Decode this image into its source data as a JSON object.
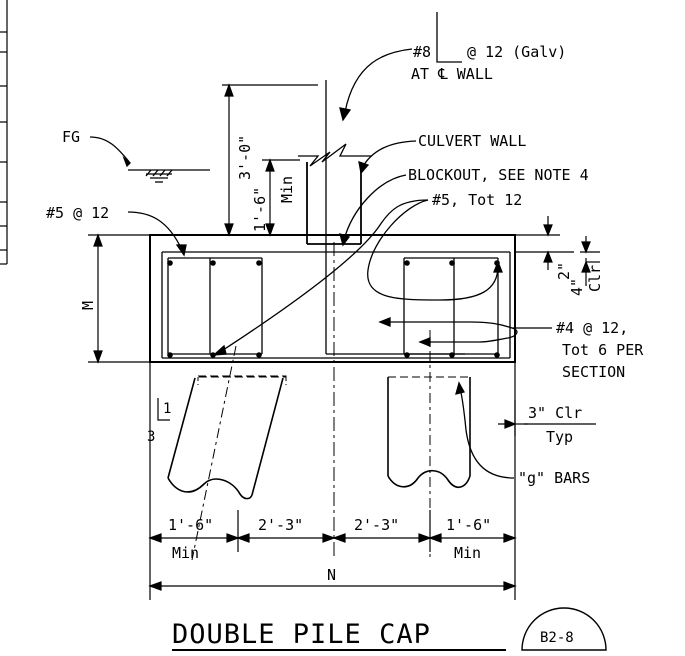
{
  "title": "DOUBLE PILE CAP",
  "sheet_ref": "B2-8",
  "labels": {
    "bar8_line1": "#8",
    "bar8_spacing": "@ 12 (Galv)",
    "bar8_line2": "AT ℄ WALL",
    "culvert_wall": "CULVERT WALL",
    "blockout": "BLOCKOUT, SEE NOTE 4",
    "bar5_tot": "#5, Tot 12",
    "fg": "FG",
    "bar5_spacing": "#5 @ 12",
    "bar4_line1": "#4 @ 12,",
    "bar4_line2": "Tot 6 PER",
    "bar4_line3": "SECTION",
    "clr_line1": "3\" Clr",
    "clr_line2": "Typ",
    "g_bars": "\"g\" BARS",
    "depth_label": "M",
    "width_label": "N",
    "batter_rise": "1",
    "batter_run": "3"
  },
  "dimensions": {
    "embed_height": "3'-0\"",
    "min_embed": "1'-6\"",
    "min_embed_sub": "Min",
    "top_clear": "2\"",
    "cover_value": "4\"",
    "cover_unit": "Clr",
    "edge_left": "1'-6\"",
    "edge_left_sub": "Min",
    "spacing_left": "2'-3\"",
    "spacing_right": "2'-3\"",
    "edge_right": "1'-6\"",
    "edge_right_sub": "Min"
  }
}
